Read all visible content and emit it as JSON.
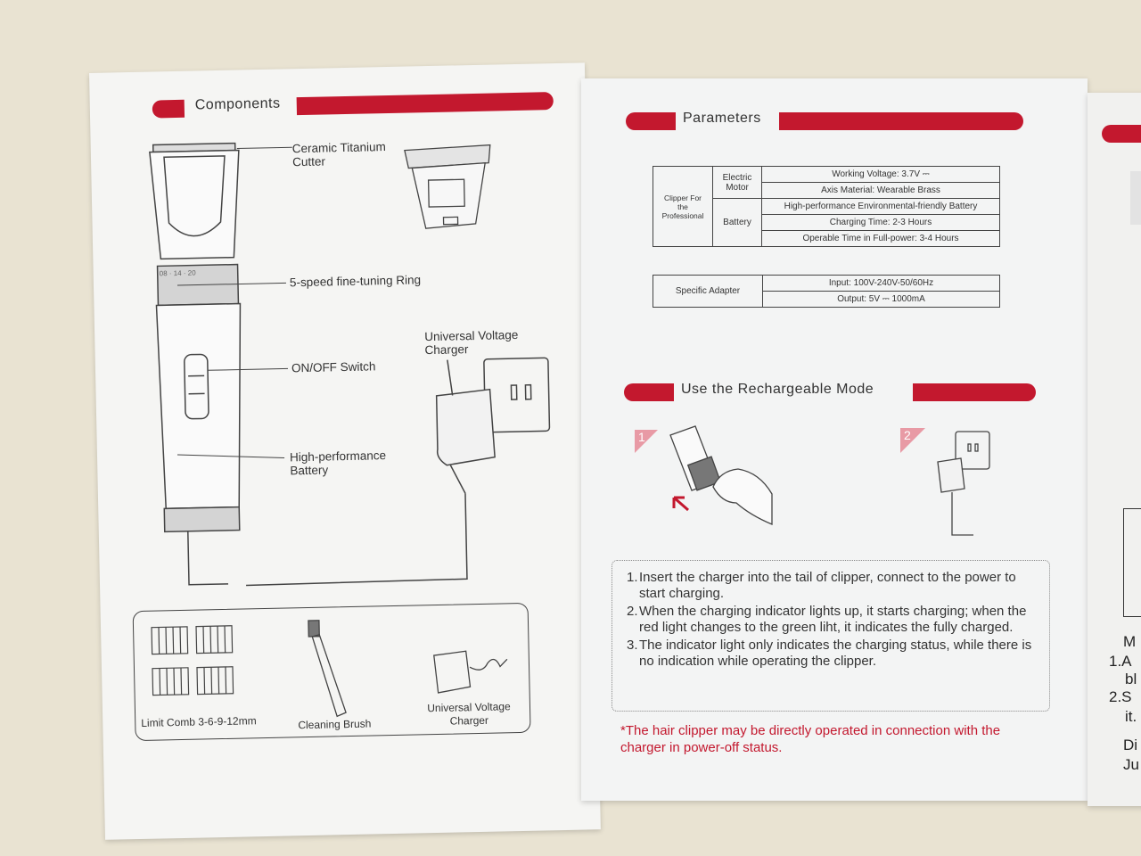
{
  "left_page": {
    "components_title": "Components",
    "labels": {
      "cutter": [
        "Ceramic Titanium",
        "Cutter"
      ],
      "ring": "5-speed fine-tuning Ring",
      "switch": "ON/OFF Switch",
      "battery": [
        "High-performance",
        "Battery"
      ],
      "charger": [
        "Universal Voltage",
        "Charger"
      ]
    },
    "ring_marks": "08 · 14 · 20",
    "accessories": [
      {
        "label": "Limit Comb 3-6-9-12mm"
      },
      {
        "label": "Cleaning Brush"
      },
      {
        "label": "Universal Voltage Charger"
      }
    ]
  },
  "right_page": {
    "parameters_title": "Parameters",
    "table": {
      "group": "Clipper For the Professional",
      "motor": "Electric Motor",
      "battery": "Battery",
      "rows": [
        "Working Voltage: 3.7V ⎓",
        "Axis Material: Wearable Brass",
        "High-performance Environmental-friendly Battery",
        "Charging Time: 2-3 Hours",
        "Operable Time in Full-power: 3-4 Hours"
      ]
    },
    "adapter_table": {
      "label": "Specific Adapter",
      "input": "Input: 100V-240V-50/60Hz",
      "output": "Output: 5V ⎓ 1000mA"
    },
    "rechargeable_title": "Use the Rechargeable Mode",
    "step_numbers": [
      "1",
      "2"
    ],
    "instructions": [
      {
        "num": "1.",
        "text": "Insert the charger into the tail of clipper, connect to the power to start charging."
      },
      {
        "num": "2.",
        "text": "When the charging indicator lights up, it starts charging; when the red light changes to the green liht, it indicates the fully charged."
      },
      {
        "num": "3.",
        "text": "The indicator light only indicates the charging status, while there is no indication while operating the clipper."
      }
    ],
    "note": "*The hair clipper may be directly operated in connection with the charger in power-off status."
  },
  "third_page": {
    "lines": [
      "M",
      "1.A",
      "bl",
      "2.S",
      "it.",
      "Di",
      "Ju"
    ]
  },
  "colors": {
    "accent_red": "#c3182e",
    "ink": "#333333",
    "paper": "#f5f5f3",
    "background": "#e9e3d2"
  }
}
